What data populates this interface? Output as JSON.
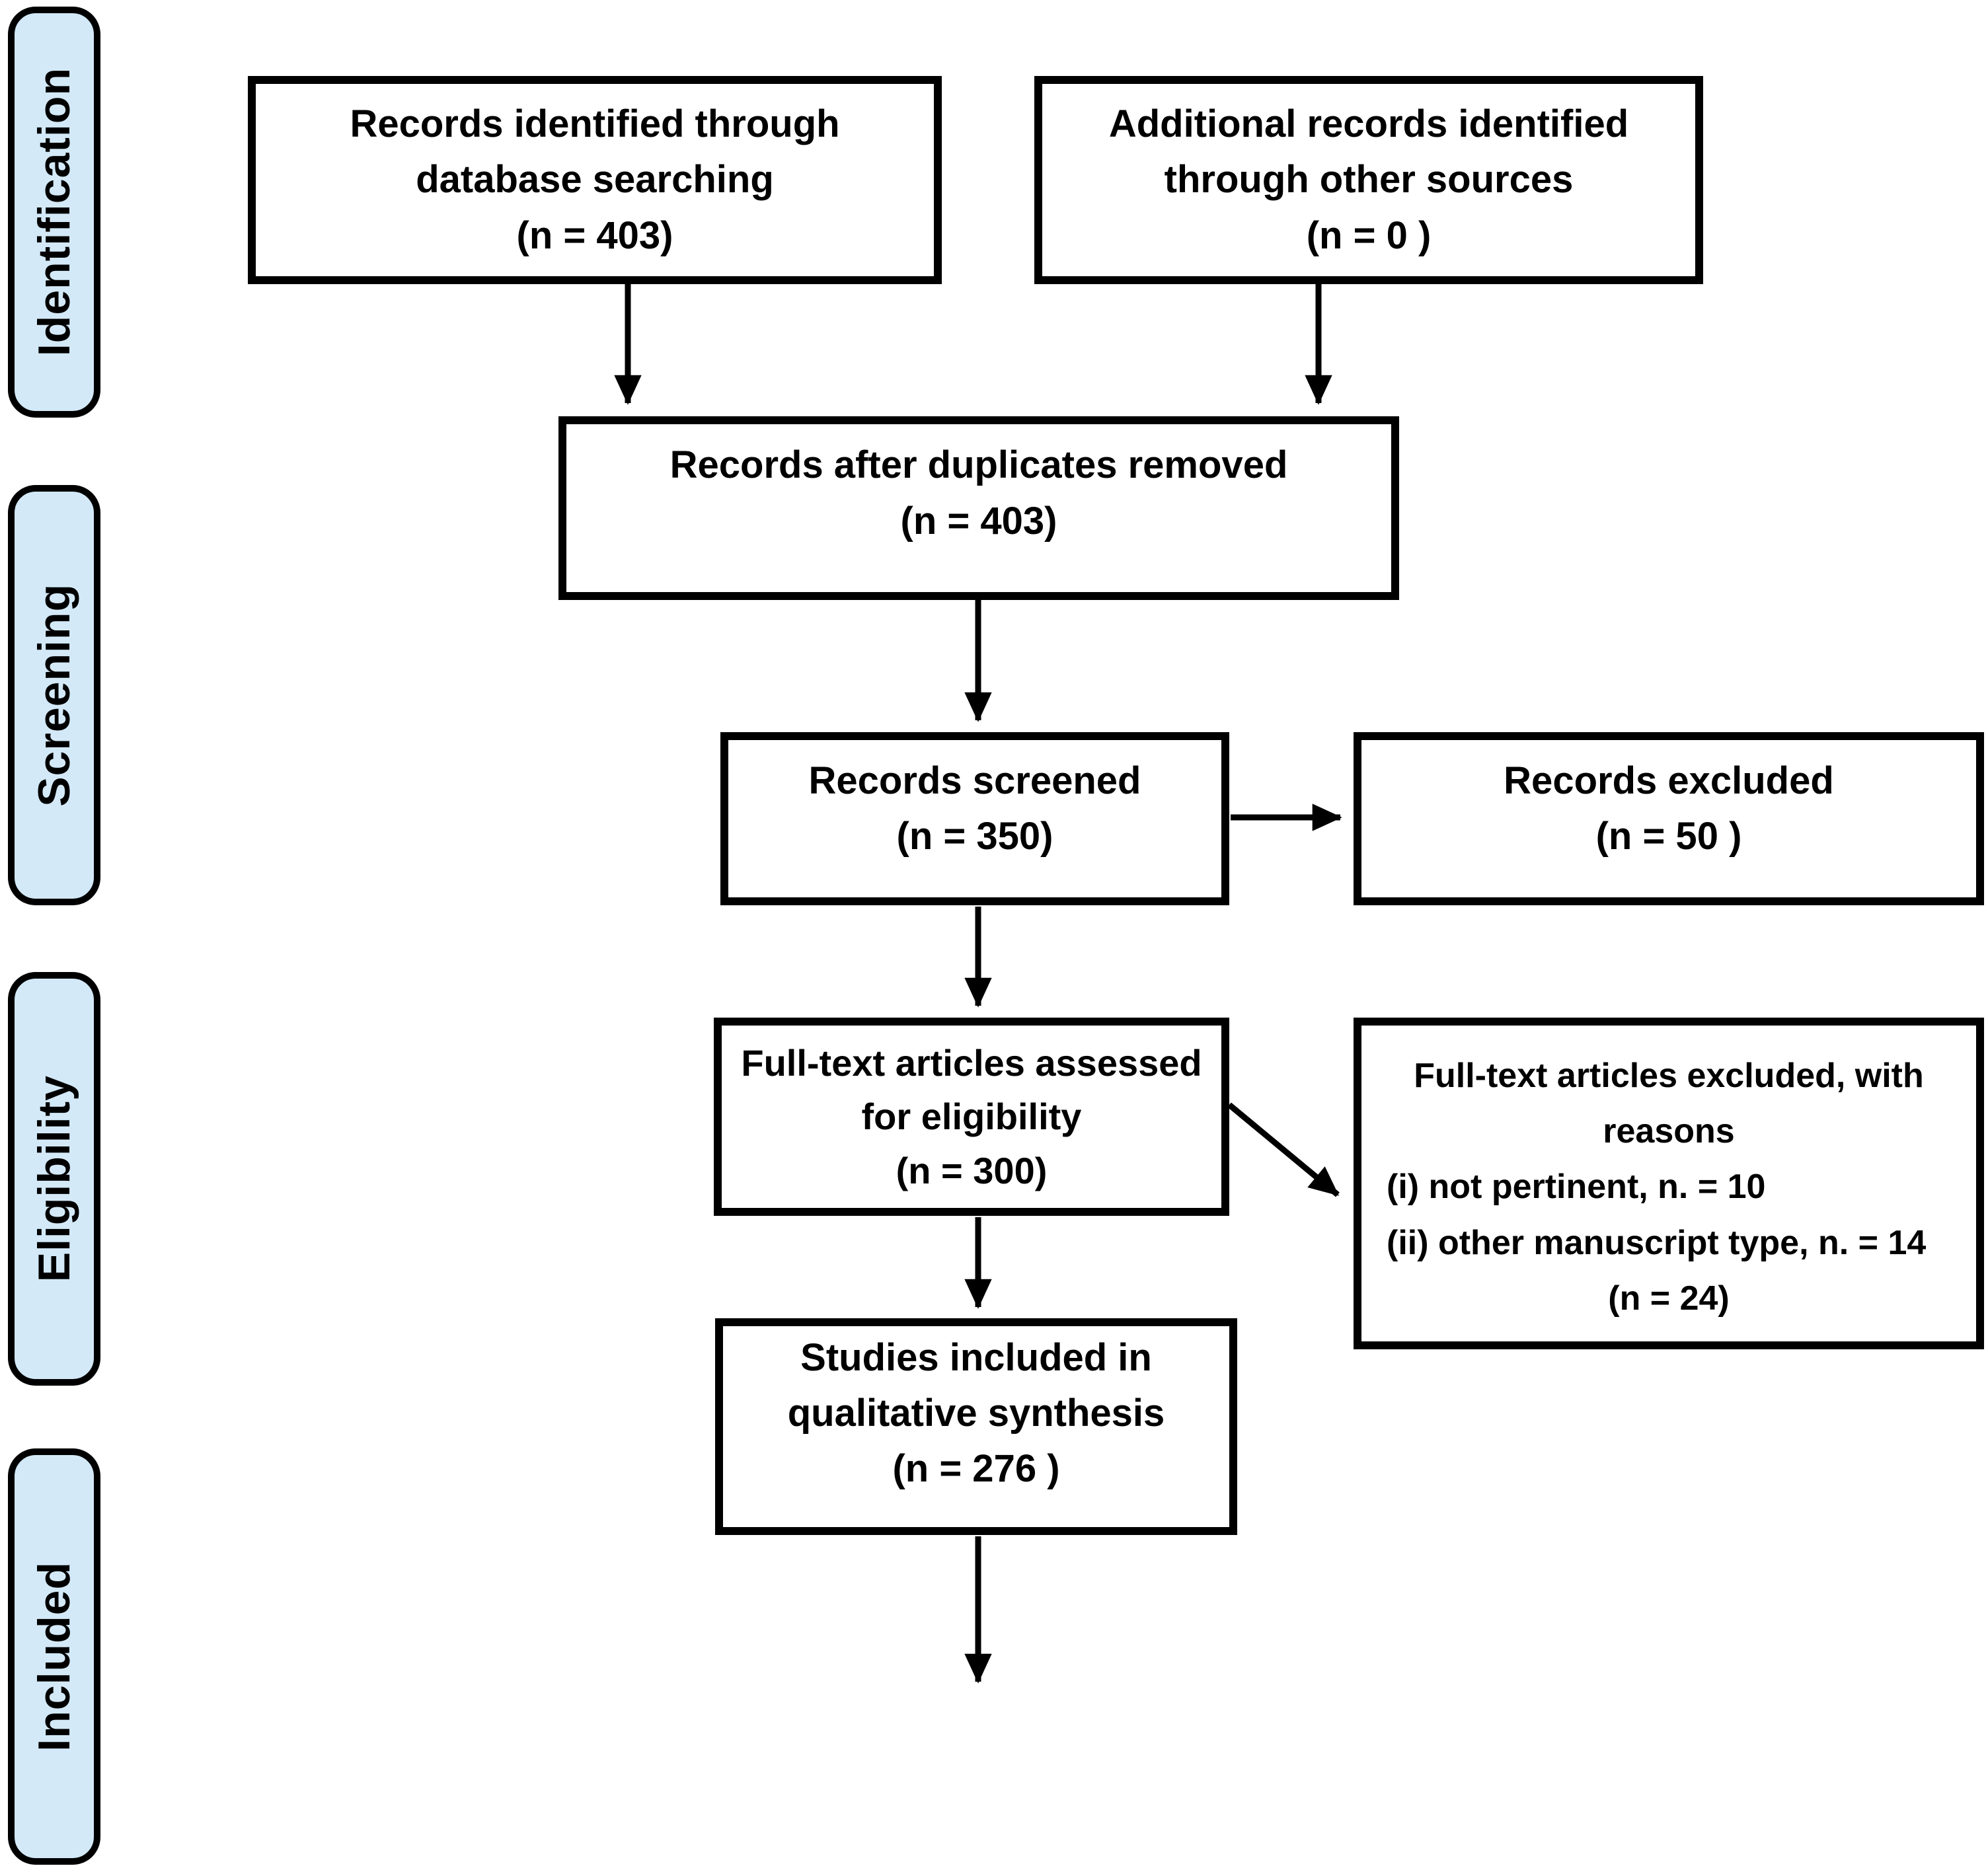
{
  "stages": [
    {
      "label": "Identification"
    },
    {
      "label": "Screening"
    },
    {
      "label": "Eligibility"
    },
    {
      "label": "Included"
    }
  ],
  "nodes": {
    "records_identified": {
      "lines": [
        "Records identified through",
        "database searching",
        "(n = 403)"
      ]
    },
    "additional_records": {
      "lines": [
        "Additional records identified",
        "through other sources",
        "(n = 0 )"
      ]
    },
    "after_duplicates": {
      "lines": [
        "Records after duplicates removed",
        "(n = 403)"
      ]
    },
    "records_screened": {
      "lines": [
        "Records screened",
        "(n = 350)"
      ]
    },
    "records_excluded": {
      "lines": [
        "Records excluded",
        "(n = 50 )"
      ]
    },
    "fulltext_assessed": {
      "lines": [
        "Full-text articles assessed",
        "for eligibility",
        "(n = 300)"
      ]
    },
    "fulltext_excluded": {
      "heading": [
        "Full-text articles excluded, with",
        "reasons"
      ],
      "reasons": [
        "(i) not pertinent, n. = 10",
        "(ii) other manuscript type, n. = 14"
      ],
      "total": "(n = 24)"
    },
    "studies_included": {
      "lines": [
        "Studies included in",
        "qualitative synthesis",
        "(n = 276 )"
      ]
    }
  },
  "colors": {
    "stage_fill": "#d3e9f8",
    "line_color": "#000000",
    "box_background": "#ffffff"
  }
}
